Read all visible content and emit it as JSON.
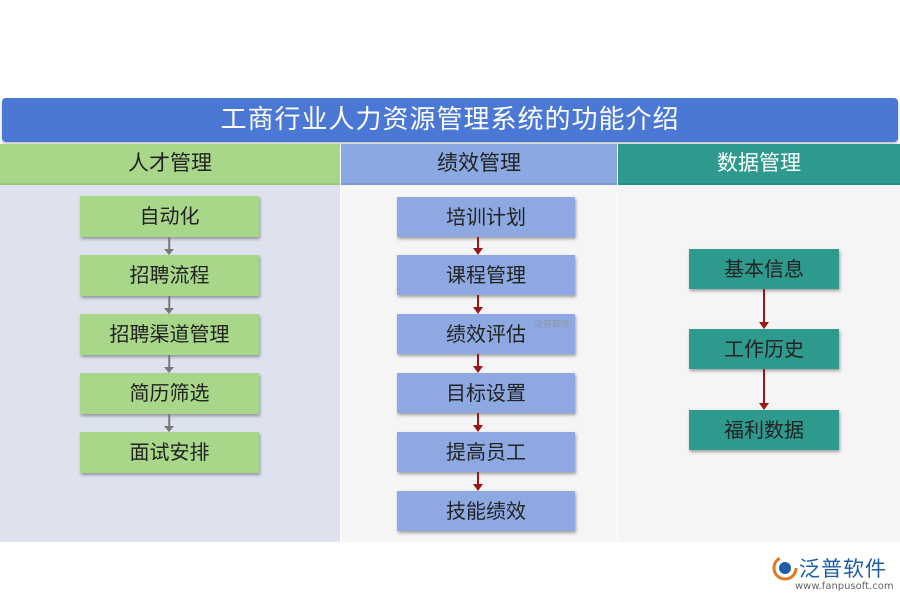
{
  "title": "工商行业人力资源管理系统的功能介绍",
  "columns": [
    {
      "header": "人才管理",
      "items": [
        "自动化",
        "招聘流程",
        "招聘渠道管理",
        "简历筛选",
        "面试安排"
      ]
    },
    {
      "header": "绩效管理",
      "items": [
        "培训计划",
        "课程管理",
        "绩效评估",
        "目标设置",
        "提高员工",
        "技能绩效"
      ]
    },
    {
      "header": "数据管理",
      "items": [
        "基本信息",
        "工作历史",
        "福利数据"
      ]
    }
  ],
  "watermark": "泛普软件",
  "logo": {
    "name": "泛普软件",
    "url": "www.fanpusoft.com"
  },
  "colors": {
    "title_bar": "#4a78d4",
    "green": "#a9d78a",
    "blue": "#8ea9e2",
    "teal": "#2e9a8e",
    "arrow_red": "#9b1616"
  }
}
